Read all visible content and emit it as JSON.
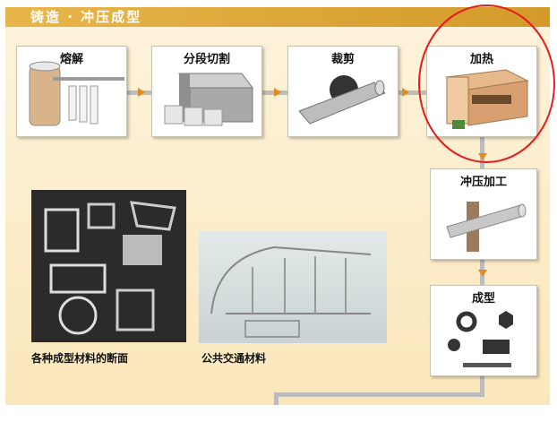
{
  "header": {
    "title": "铸造 · 冲压成型"
  },
  "steps": {
    "melting": "熔解",
    "sectioning": "分段切割",
    "cutting": "裁剪",
    "heating": "加热",
    "stamping": "冲压加工",
    "forming": "成型"
  },
  "captions": {
    "profiles": "各种成型材料的断面",
    "transport": "公共交通材料"
  },
  "colors": {
    "title_bar": "#d9a030",
    "panel": "#fbe9c4",
    "arrow": "#e38a1c",
    "highlight_circle": "#e41c1c"
  }
}
